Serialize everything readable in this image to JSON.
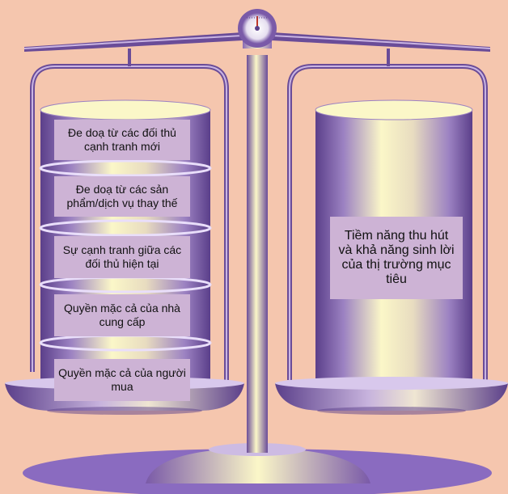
{
  "scale": {
    "left_pan": {
      "layers": [
        {
          "label": "Đe doạ từ các đối thủ cạnh tranh mới"
        },
        {
          "label": "Đe doạ từ các sản phẩm/dịch vụ thay thế"
        },
        {
          "label": "Sự cạnh tranh giữa các đối thủ hiện tại"
        },
        {
          "label": "Quyền mặc cả của nhà cung cấp"
        },
        {
          "label": "Quyền mặc cả của người mua"
        }
      ]
    },
    "right_pan": {
      "label": "Tiềm năng thu hút và khả năng sinh lời của thị trường mục tiêu"
    }
  },
  "colors": {
    "background": "#f5c6ae",
    "purple_dark": "#5b3f8a",
    "purple_mid": "#8a6bb5",
    "highlight": "#fbf7c8",
    "label_bg": "#cdb3d5"
  }
}
